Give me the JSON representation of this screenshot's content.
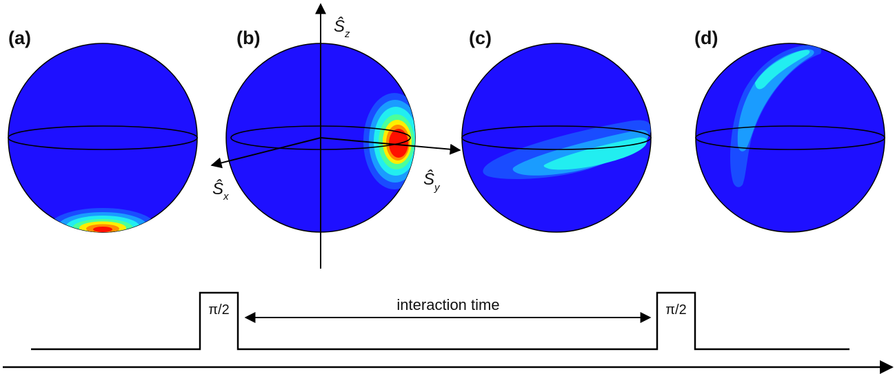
{
  "panels": [
    {
      "label": "(a)"
    },
    {
      "label": "(b)"
    },
    {
      "label": "(c)"
    },
    {
      "label": "(d)"
    }
  ],
  "axes": {
    "sz": {
      "symbol": "Ŝ",
      "sub": "z"
    },
    "sx": {
      "symbol": "Ŝ",
      "sub": "x"
    },
    "sy": {
      "symbol": "Ŝ",
      "sub": "y"
    }
  },
  "pulse_sequence": {
    "pulse1_label": "π/2",
    "pulse2_label": "π/2",
    "interval_label": "interaction time"
  },
  "colors": {
    "sphere": "#1e10ff",
    "level1": "#1a4cff",
    "level2": "#1a9cff",
    "level3": "#22eef0",
    "level4": "#4cff9a",
    "level5": "#ffee00",
    "level6": "#ff8c00",
    "level7": "#ff1000",
    "line": "#000000"
  }
}
